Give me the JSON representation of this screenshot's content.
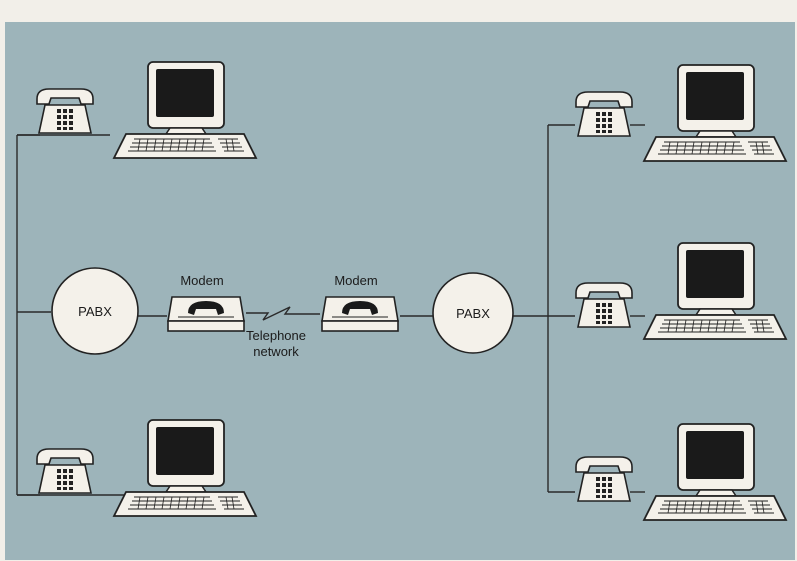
{
  "labels": {
    "pabx_left": "PABX",
    "pabx_right": "PABX",
    "modem_left": "Modem",
    "modem_right": "Modem",
    "network_line1": "Telephone",
    "network_line2": "network"
  },
  "colors": {
    "background": "#9db4ba",
    "frame": "#f2efe9",
    "line": "#2a2a2a",
    "device_body": "#f4f1ea",
    "screen": "#1a1a1a",
    "pabx_fill": "#f4f1ea"
  },
  "icons": [
    "telephone-icon",
    "computer-terminal-icon",
    "modem-icon",
    "pabx-node"
  ]
}
